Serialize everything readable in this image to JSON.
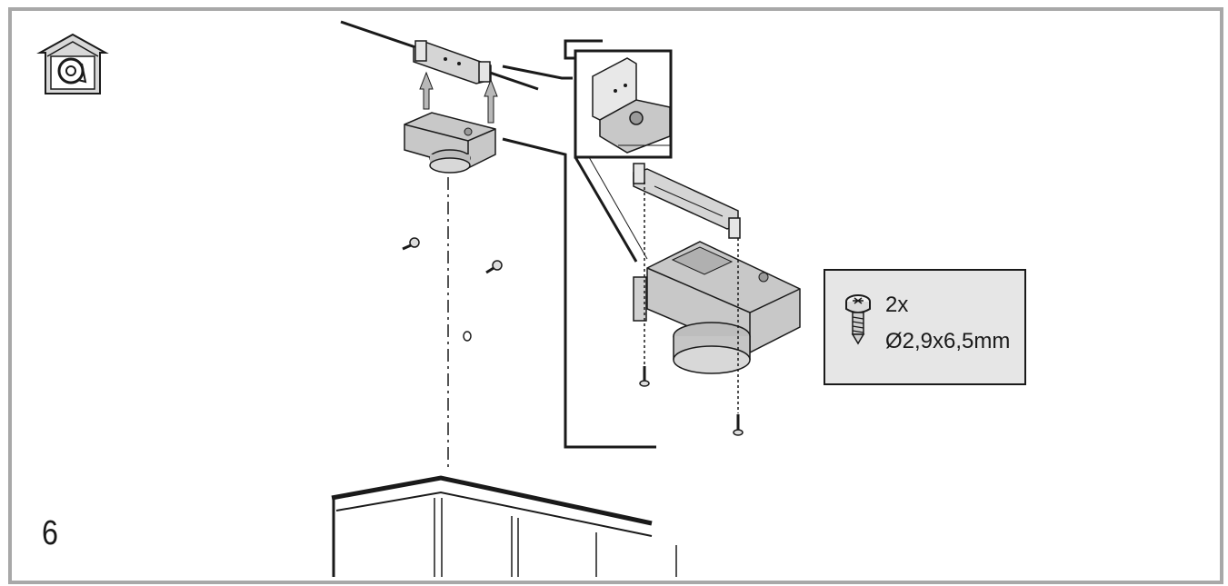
{
  "step": {
    "number": "6"
  },
  "callout": {
    "quantity": "2x",
    "screw_spec": "Ø2,9x6,5mm"
  },
  "icons": {
    "header": "house-air-recirculation-icon",
    "screw": "screw-icon"
  },
  "colors": {
    "frame": "#a8a8a8",
    "callout_bg": "#e6e6e6",
    "line": "#1a1a1a",
    "part": "#c8c8c8"
  }
}
